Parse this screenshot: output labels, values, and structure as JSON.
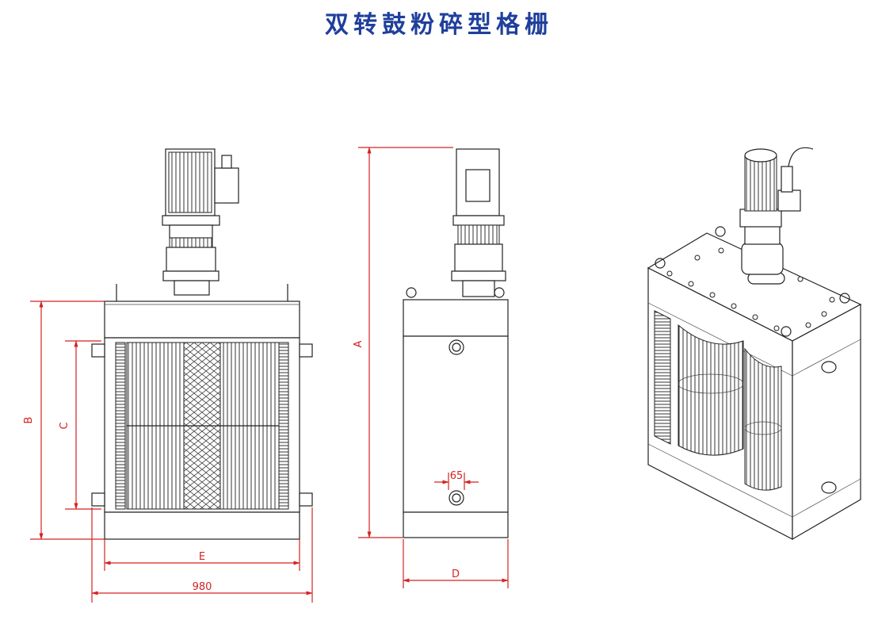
{
  "title": "双转鼓粉碎型格栅",
  "colors": {
    "title": "#1f3f9c",
    "dimension": "#d42323",
    "line": "#222222"
  },
  "dimensions": {
    "A": "A",
    "B": "B",
    "C": "C",
    "D": "D",
    "E": "E",
    "width_total": "980",
    "port_offset": "65"
  }
}
